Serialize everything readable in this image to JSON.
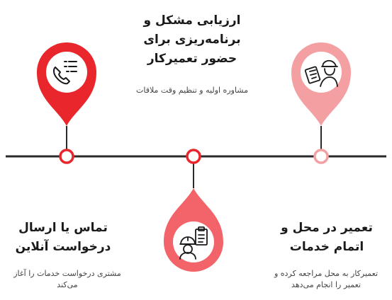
{
  "colors": {
    "red": "#e8262c",
    "red_light": "#f2646a",
    "pink": "#f4a0a3",
    "line": "#2a2a2a"
  },
  "steps": [
    {
      "title_line1": "تماس یا ارسال",
      "title_line2": "درخواست آنلاین",
      "desc_line1": "مشتری درخواست خدمات را آغاز",
      "desc_line2": "می‌کند",
      "icon": "phone-list-icon"
    },
    {
      "title_line1": "ارزیابی مشکل و",
      "title_line2": "برنامه‌ریزی برای",
      "title_line3": "حضور تعمیرکار",
      "desc_line1": "مشاوره اولیه و تنظیم وقت ملاقات",
      "icon": "technician-clipboard-icon"
    },
    {
      "title_line1": "تعمیر در محل و",
      "title_line2": "اتمام خدمات",
      "desc_line1": "تعمیرکار به محل مراجعه کرده و",
      "desc_line2": "تعمیر را انجام می‌دهد",
      "icon": "technician-checklist-icon"
    }
  ]
}
